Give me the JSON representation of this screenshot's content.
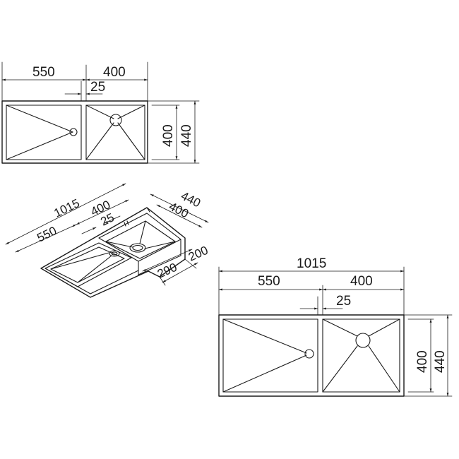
{
  "top_view_small": {
    "width_left": "550",
    "width_right": "400",
    "gap": "25",
    "height_inner": "400",
    "height_outer": "440"
  },
  "perspective_view": {
    "total_length": "1015",
    "right_bowl_length": "400",
    "gap": "25",
    "left_length": "550",
    "depth_outer": "440",
    "depth_inner": "400",
    "height_right": "200",
    "height_left": "290"
  },
  "top_view_large": {
    "total_length": "1015",
    "width_left": "550",
    "width_right": "400",
    "gap": "25",
    "height_inner": "400",
    "height_outer": "440"
  }
}
